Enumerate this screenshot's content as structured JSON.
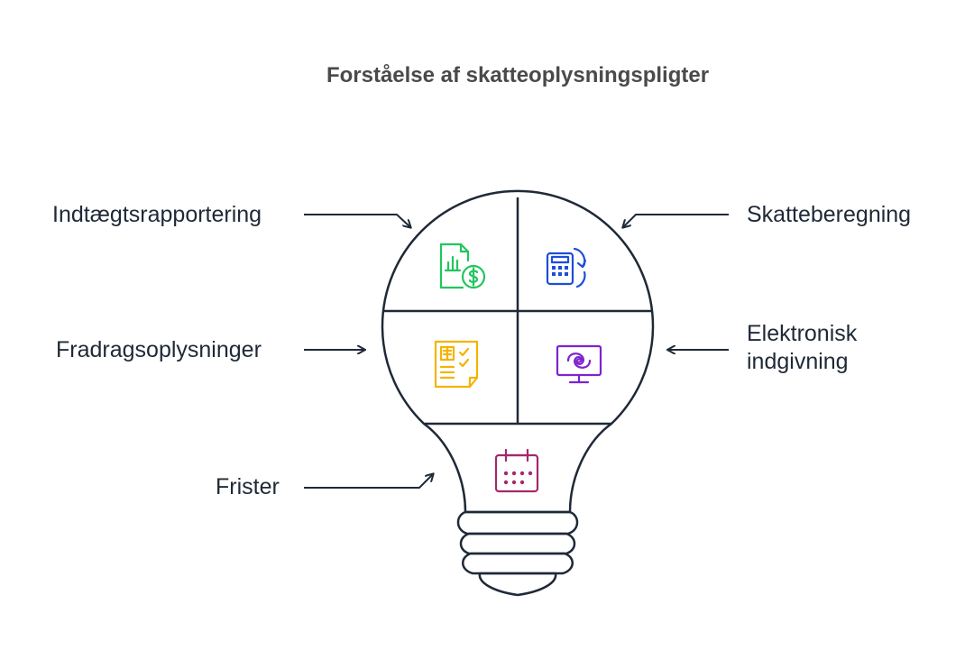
{
  "title": "Forståelse af skatteoplysningspligter",
  "labels": {
    "income_reporting": "Indtægtsrapportering",
    "tax_calculation": "Skatteberegning",
    "deduction_info": "Fradragsoplysninger",
    "electronic_filing_line1": "Elektronisk",
    "electronic_filing_line2": "indgivning",
    "deadlines": "Frister"
  },
  "icons": {
    "income_reporting": {
      "name": "document-chart-dollar-icon",
      "color": "#22c55e"
    },
    "tax_calculation": {
      "name": "calculator-refresh-icon",
      "color": "#1d4ed8"
    },
    "deduction_info": {
      "name": "checklist-document-icon",
      "color": "#f5b301"
    },
    "electronic_filing": {
      "name": "monitor-swirl-icon",
      "color": "#7e22ce"
    },
    "deadlines": {
      "name": "calendar-icon",
      "color": "#a3286b"
    }
  },
  "colors": {
    "outline": "#1f2937",
    "arrow": "#1f2937"
  }
}
